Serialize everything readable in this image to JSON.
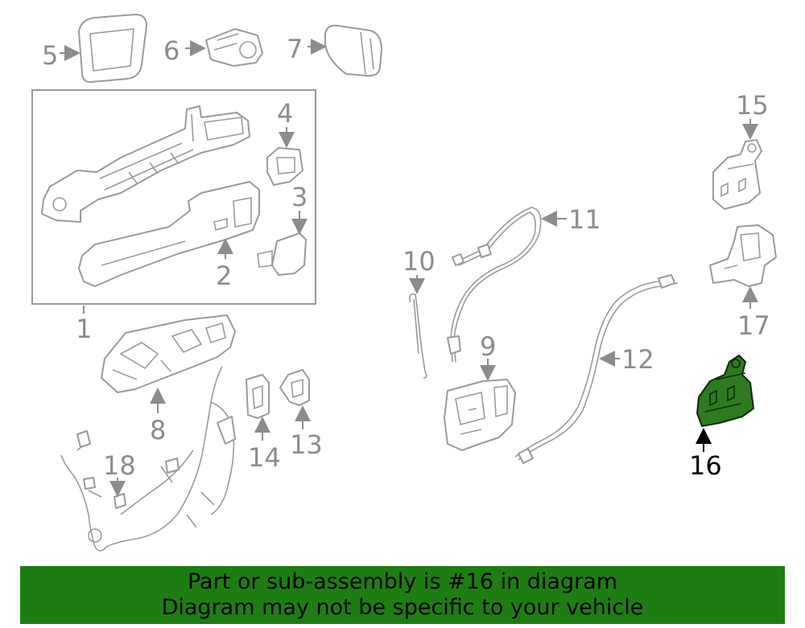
{
  "labels": {
    "l1": "1",
    "l2": "2",
    "l3": "3",
    "l4": "4",
    "l5": "5",
    "l6": "6",
    "l7": "7",
    "l8": "8",
    "l9": "9",
    "l10": "10",
    "l11": "11",
    "l12": "12",
    "l13": "13",
    "l14": "14",
    "l15": "15",
    "l16": "16",
    "l17": "17",
    "l18": "18"
  },
  "highlight_part": "16",
  "colors": {
    "highlight": "#2d7a1f",
    "banner_bg": "#1e7d12",
    "line": "#9a9a9a",
    "label": "#8c8c8c"
  },
  "banner": {
    "line1": "Part or sub-assembly is #16 in diagram",
    "line2": "Diagram may not be specific to your vehicle"
  }
}
